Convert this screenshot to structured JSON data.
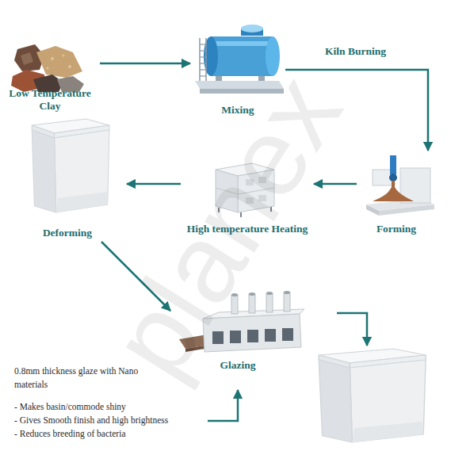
{
  "diagram": {
    "nodes": [
      {
        "text": [
          "Low Temperature Clay"
        ]
      },
      {
        "text": [
          "Mixing"
        ]
      },
      {
        "text": [
          "Forming"
        ]
      },
      {
        "text": [
          "High temperature Heating"
        ]
      },
      {
        "text": [
          "Deforming"
        ]
      },
      {
        "text": [
          "Glazing"
        ]
      }
    ],
    "edges": [
      {
        "from": 0,
        "to": 1,
        "arrow": "to"
      },
      {
        "from": 1,
        "to": 2,
        "label": "Kiln Burning",
        "arrow": "to"
      },
      {
        "from": 2,
        "to": 3,
        "arrow": "to"
      },
      {
        "from": 3,
        "to": 4,
        "arrow": "to"
      },
      {
        "from": 4,
        "to": 5,
        "arrow": "to"
      }
    ],
    "labels": [
      "0.8mm thickness glaze with Nano materials",
      "- Makes basin/commode shiny",
      "- Gives Smooth finish and high brightness",
      "- Reduces breeding of bacteria",
      "planex"
    ]
  }
}
